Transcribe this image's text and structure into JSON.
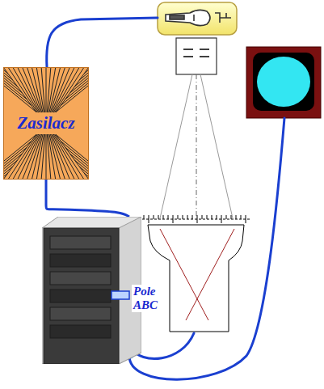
{
  "diagram": {
    "nodes": [
      {
        "text": [
          "Zasilacz"
        ]
      },
      {
        "text": [
          "Pole ABC"
        ]
      }
    ],
    "edges": [
      {
        "from": 1,
        "to": 0,
        "arrow": "none"
      }
    ]
  }
}
